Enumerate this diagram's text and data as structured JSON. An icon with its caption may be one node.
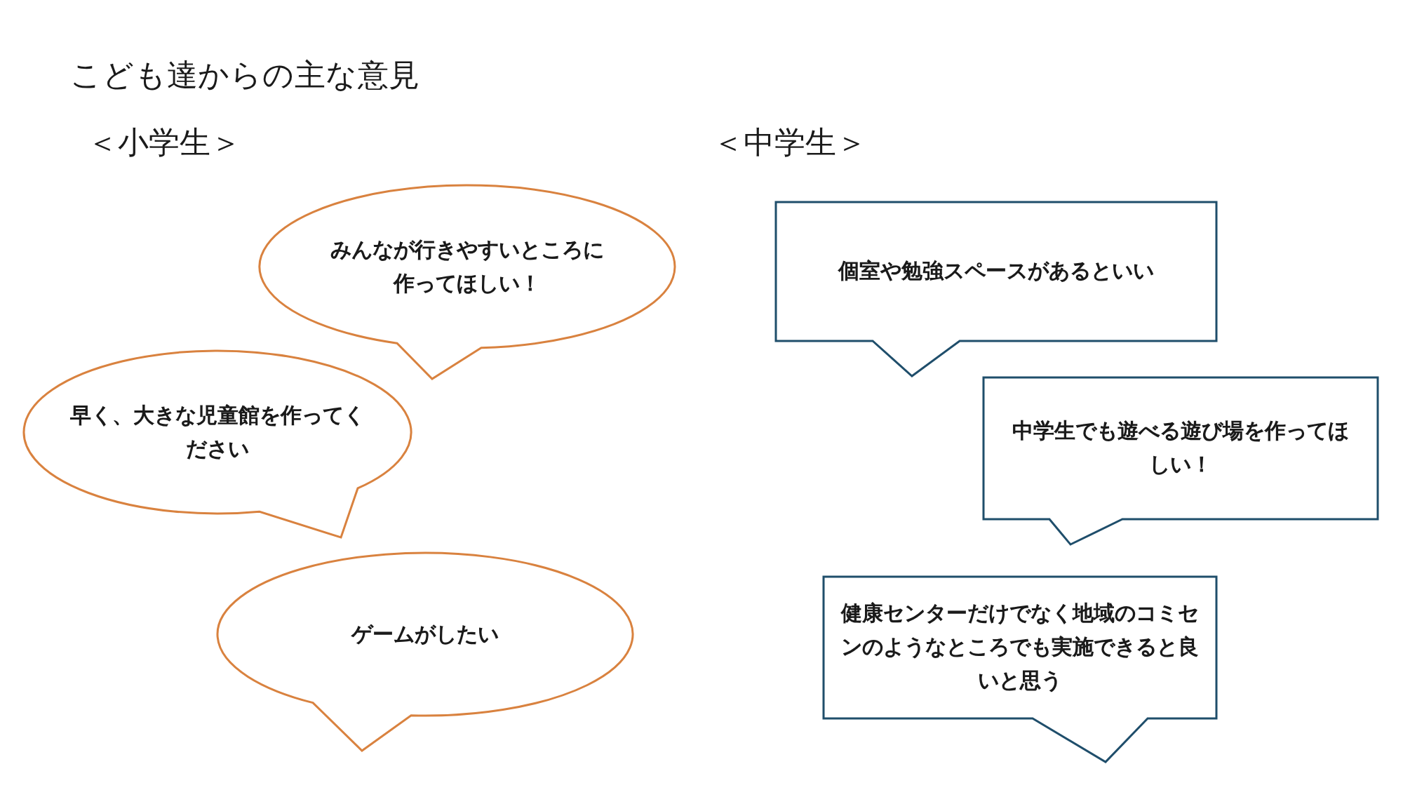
{
  "diagram": {
    "title": "こども達からの主な意見",
    "nodes": [
      {
        "text": [
          "みんなが行きやすいところに作ってほしい！"
        ]
      },
      {
        "text": [
          "早く、大きな児童館を作ってください"
        ]
      },
      {
        "text": [
          "ゲームがしたい"
        ]
      },
      {
        "text": [
          "個室や勉強スペースがあるといい"
        ]
      },
      {
        "text": [
          "中学生でも遊べる遊び場を作ってほしい！"
        ]
      },
      {
        "text": [
          "健康センターだけでなく地域のコミセンのようなところでも実施できると良いと思う"
        ]
      }
    ],
    "labels": [
      "＜小学生＞",
      "＜中学生＞"
    ]
  }
}
